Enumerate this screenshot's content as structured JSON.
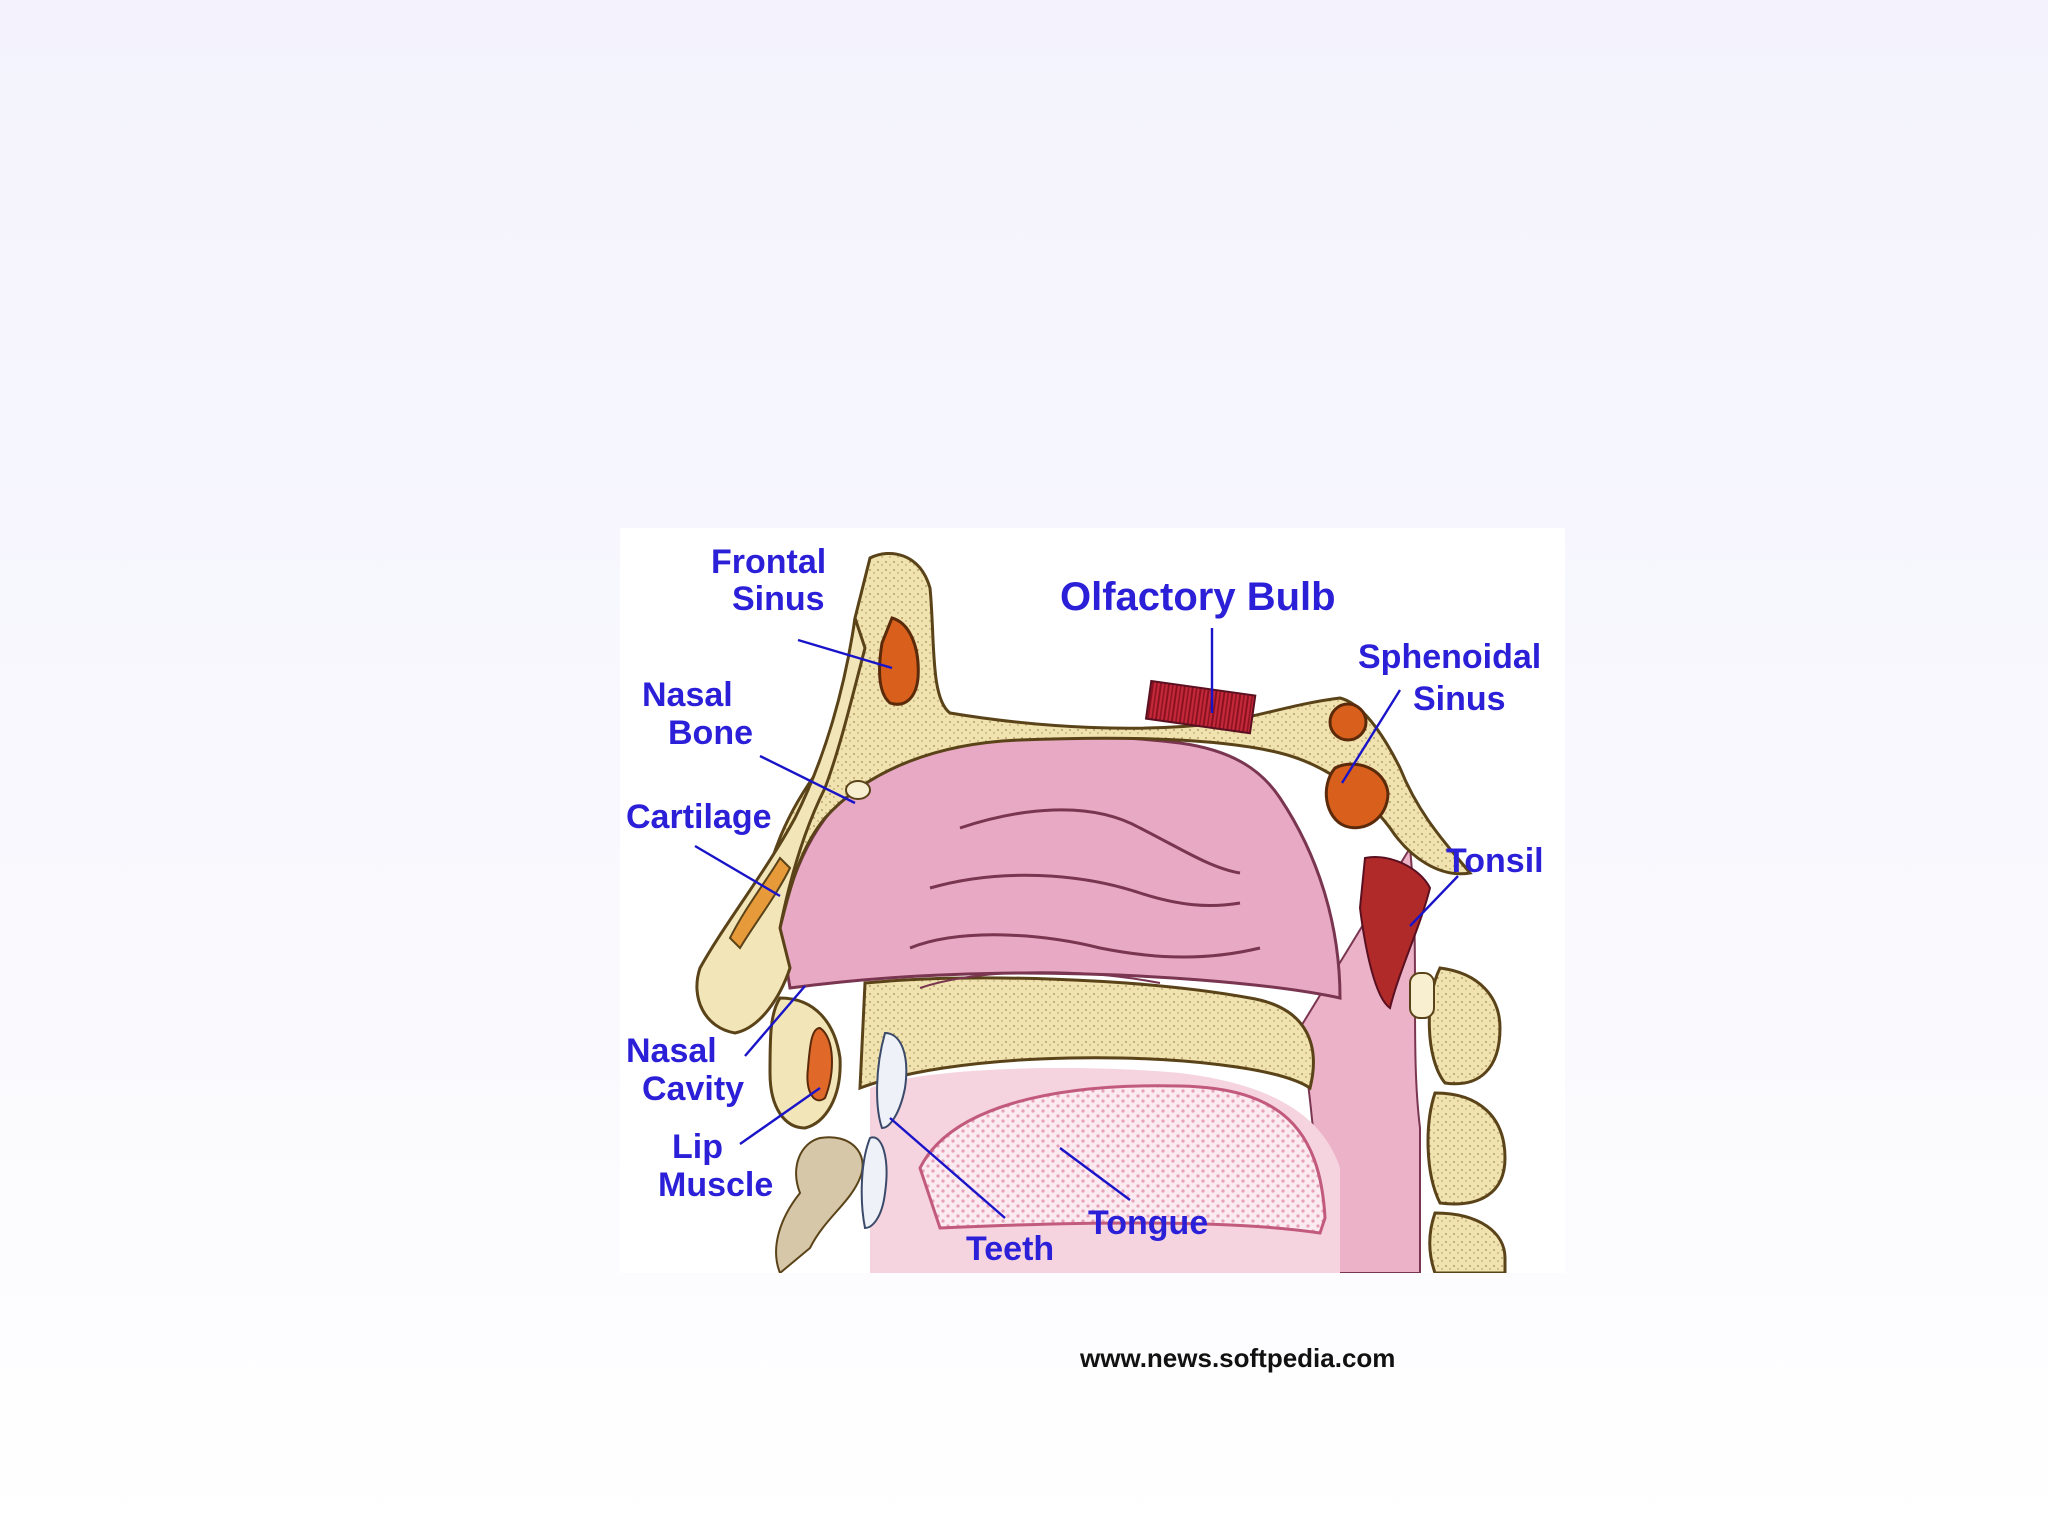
{
  "diagram": {
    "labels": {
      "frontal_sinus": [
        "Frontal",
        "Sinus"
      ],
      "olfactory_bulb": "Olfactory Bulb",
      "sphenoidal_sinus": [
        "Sphenoidal",
        "Sinus"
      ],
      "nasal_bone": [
        "Nasal",
        "Bone"
      ],
      "cartilage": "Cartilage",
      "tonsil": "Tonsil",
      "nasal_cavity": [
        "Nasal",
        "Cavity"
      ],
      "lip_muscle": [
        "Lip",
        "Muscle"
      ],
      "teeth": "Teeth",
      "tongue": "Tongue"
    },
    "colors": {
      "label": "#2b1fd8",
      "bone": "#f2e6b8",
      "cavity": "#e7a9c3",
      "sinus": "#d9601c",
      "olfactory": "#c4283a"
    }
  },
  "footer": {
    "source": "www.news.softpedia.com"
  }
}
